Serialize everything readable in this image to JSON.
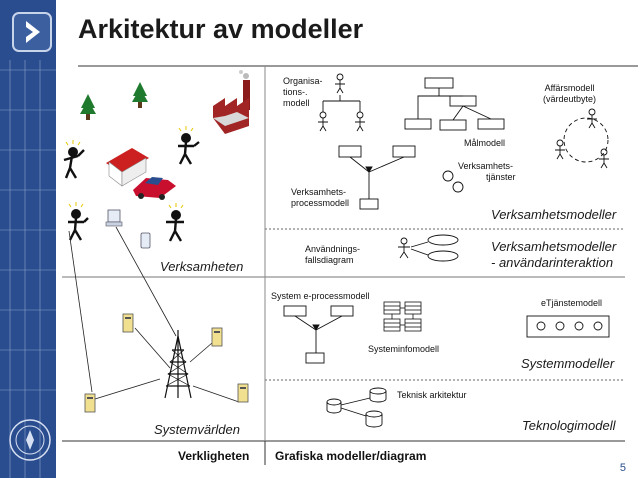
{
  "slide": {
    "title": "Arkitektur av modeller",
    "page_number": "5"
  },
  "left": {
    "verksamheten": "Verksamheten",
    "systemvarlden": "Systemvärlden",
    "footer": "Verkligheten"
  },
  "right": {
    "organisationsmodell": [
      "Organisa-",
      "tions-.",
      "modell"
    ],
    "malmodell": "Målmodell",
    "affarsmodell": [
      "Affärsmodell",
      "(värdeutbyte)"
    ],
    "verksamhetstjanster": [
      "Verksamhets-",
      "tjänster"
    ],
    "verksamhetsprocessmodell": [
      "Verksamhets-",
      "processmodell"
    ],
    "verksamhetsmodeller": "Verksamhetsmodeller",
    "anvandningsfallsdiagram": [
      "Användnings-",
      "fallsdiagram"
    ],
    "verksamhetsmodeller_anv": [
      "Verksamhetsmodeller",
      "- användarinteraktion"
    ],
    "system_eprocessmodell": "System e-processmodell",
    "etjanstemodell": "eTjänstemodell",
    "systeminfomodell": "Systeminfomodell",
    "systemmodeller": "Systemmodeller",
    "teknisk_arkitektur": "Teknisk arkitektur",
    "teknologimodell": "Teknologimodell",
    "footer": "Grafiska modeller/diagram"
  },
  "colors": {
    "sidebar": "#2a4d8f",
    "house_roof": "#cc1f1f",
    "car": "#c8102e",
    "tree": "#1f7a2e"
  }
}
